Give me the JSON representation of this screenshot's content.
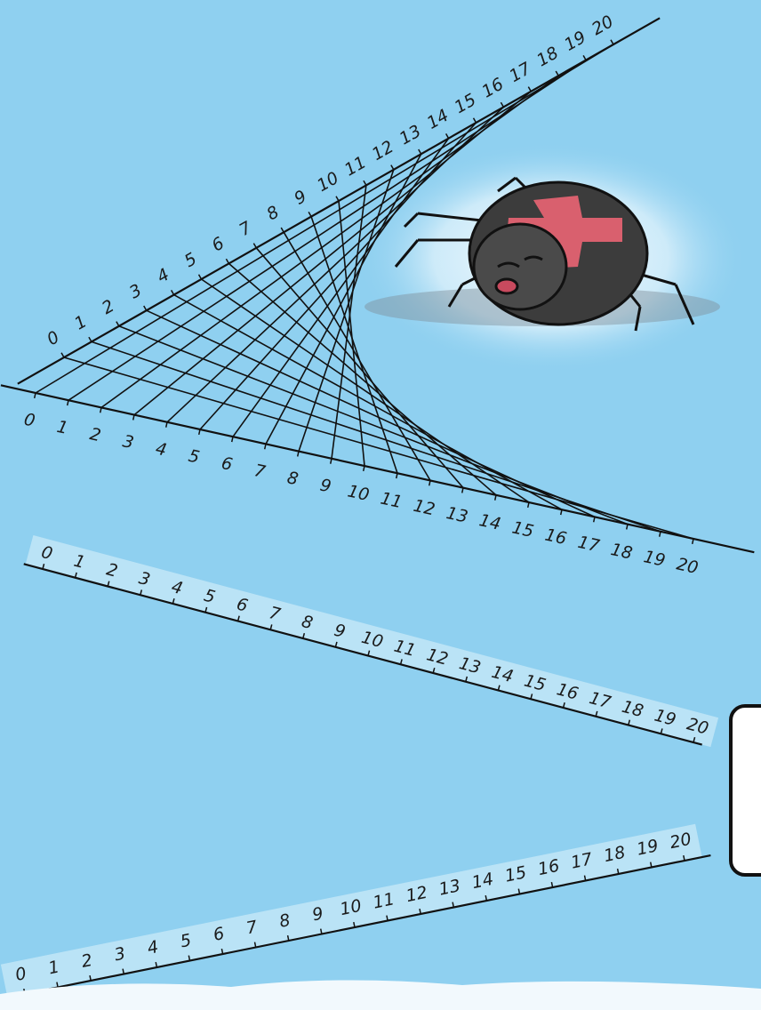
{
  "numbers": [
    "0",
    "1",
    "2",
    "3",
    "4",
    "5",
    "6",
    "7",
    "8",
    "9",
    "10",
    "11",
    "12",
    "13",
    "14",
    "15",
    "16",
    "17",
    "18",
    "19",
    "20"
  ],
  "colors": {
    "background": "#8fd0f0",
    "string_lines": "#111111",
    "spider_body": "#3a3a3a",
    "spider_cross": "#d9606e"
  },
  "illustration": {
    "figure": "spider-with-red-cross-icon",
    "scale_count": 4
  }
}
